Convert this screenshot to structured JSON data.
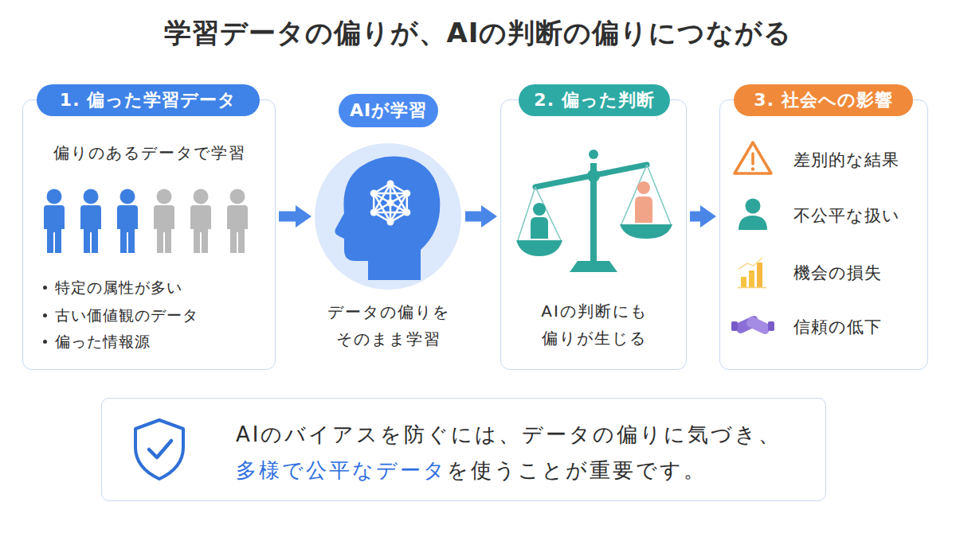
{
  "diagram": {
    "title": "学習データの偏りが、AIの判断の偏りにつながる",
    "nodes": [
      {
        "text": [
          "1. 偏った学習データ",
          "偏りのあるデータで学習",
          "特定の属性が多い",
          "古い価値観のデータ",
          "偏った情報源"
        ]
      },
      {
        "text": [
          "AIが学習",
          "データの偏りを そのまま学習"
        ]
      },
      {
        "text": [
          "2. 偏った判断",
          "AIの判断にも 偏りが生じる"
        ]
      },
      {
        "text": [
          "3. 社会への影響",
          "差別的な結果",
          "不公平な扱い",
          "機会の損失",
          "信頼の低下"
        ]
      },
      {
        "text": [
          "AIのバイアスを防ぐには、データの偏りに気づき、",
          "多様で公平なデータ",
          "を使うことが重要です。"
        ]
      }
    ],
    "edges": [
      {
        "from": 0,
        "to": 1,
        "arrow": "to"
      },
      {
        "from": 1,
        "to": 2,
        "arrow": "to"
      },
      {
        "from": 2,
        "to": 3,
        "arrow": "to"
      }
    ]
  }
}
